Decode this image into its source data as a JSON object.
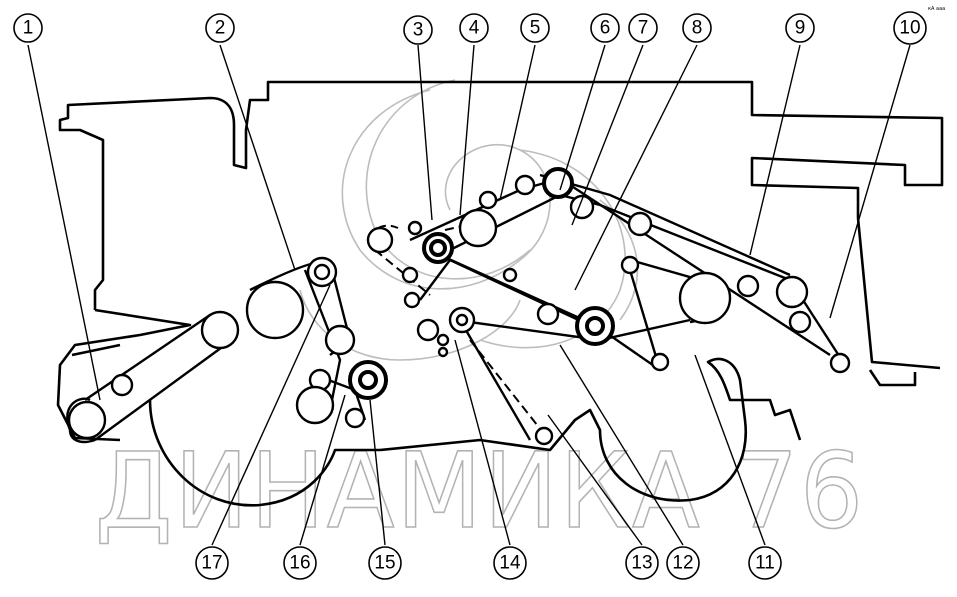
{
  "watermark": {
    "text": "ДИНАМИКА 76"
  },
  "corner_mark": "кА ааа",
  "callouts": [
    "1",
    "2",
    "3",
    "4",
    "5",
    "6",
    "7",
    "8",
    "9",
    "10",
    "11",
    "12",
    "13",
    "14",
    "15",
    "16",
    "17"
  ]
}
